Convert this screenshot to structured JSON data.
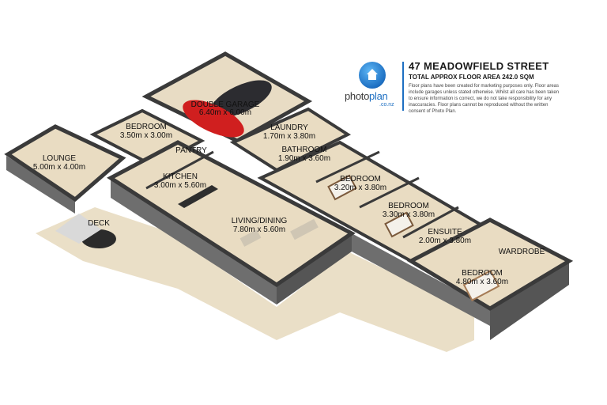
{
  "header": {
    "title": "47 MEADOWFIELD STREET",
    "total_area": "TOTAL APPROX FLOOR AREA 242.0 SQM",
    "disclaimer": "Floor plans have been created for marketing purposes only. Floor areas include garages unless stated otherwise. Whilst all care has been taken to ensure information is correct, we do not take responsibility for any inaccuracies. Floor plans cannot be reproduced without the written consent of Photo Plan."
  },
  "logo": {
    "brand_prefix": "photo",
    "brand_suffix": "plan",
    "domain": ".co.nz"
  },
  "rooms": [
    {
      "id": "lounge",
      "label": "LOUNGE",
      "dims": "5.00m x 4.00m"
    },
    {
      "id": "bedroom-1",
      "label": "BEDROOM",
      "dims": "3.50m x 3.00m"
    },
    {
      "id": "double-garage",
      "label": "DOUBLE GARAGE",
      "dims": "6.40m x 6.00m"
    },
    {
      "id": "pantry",
      "label": "PANTRY",
      "dims": ""
    },
    {
      "id": "kitchen",
      "label": "KITCHEN",
      "dims": "3.00m x 5.60m"
    },
    {
      "id": "laundry",
      "label": "LAUNDRY",
      "dims": "1.70m x 3.80m"
    },
    {
      "id": "bathroom",
      "label": "BATHROOM",
      "dims": "1.90m x 3.60m"
    },
    {
      "id": "living-dining",
      "label": "LIVING/DINING",
      "dims": "7.80m x 5.60m"
    },
    {
      "id": "bedroom-2",
      "label": "BEDROOM",
      "dims": "3.20m x 3.80m"
    },
    {
      "id": "bedroom-3",
      "label": "BEDROOM",
      "dims": "3.30m x 3.80m"
    },
    {
      "id": "ensuite",
      "label": "ENSUITE",
      "dims": "2.00m x 3.80m"
    },
    {
      "id": "wardrobe",
      "label": "WARDROBE",
      "dims": ""
    },
    {
      "id": "bedroom-4",
      "label": "BEDROOM",
      "dims": "4.80m x 3.60m"
    },
    {
      "id": "deck",
      "label": "DECK",
      "dims": ""
    }
  ],
  "colors": {
    "wall_side": "#6b6b6b",
    "wall_top": "#3a3a3a",
    "floor_room": "#e9dcc2",
    "floor_deck": "#eadfc7",
    "accent_blue": "#1d6fc2",
    "car_red": "#d01f1f"
  }
}
